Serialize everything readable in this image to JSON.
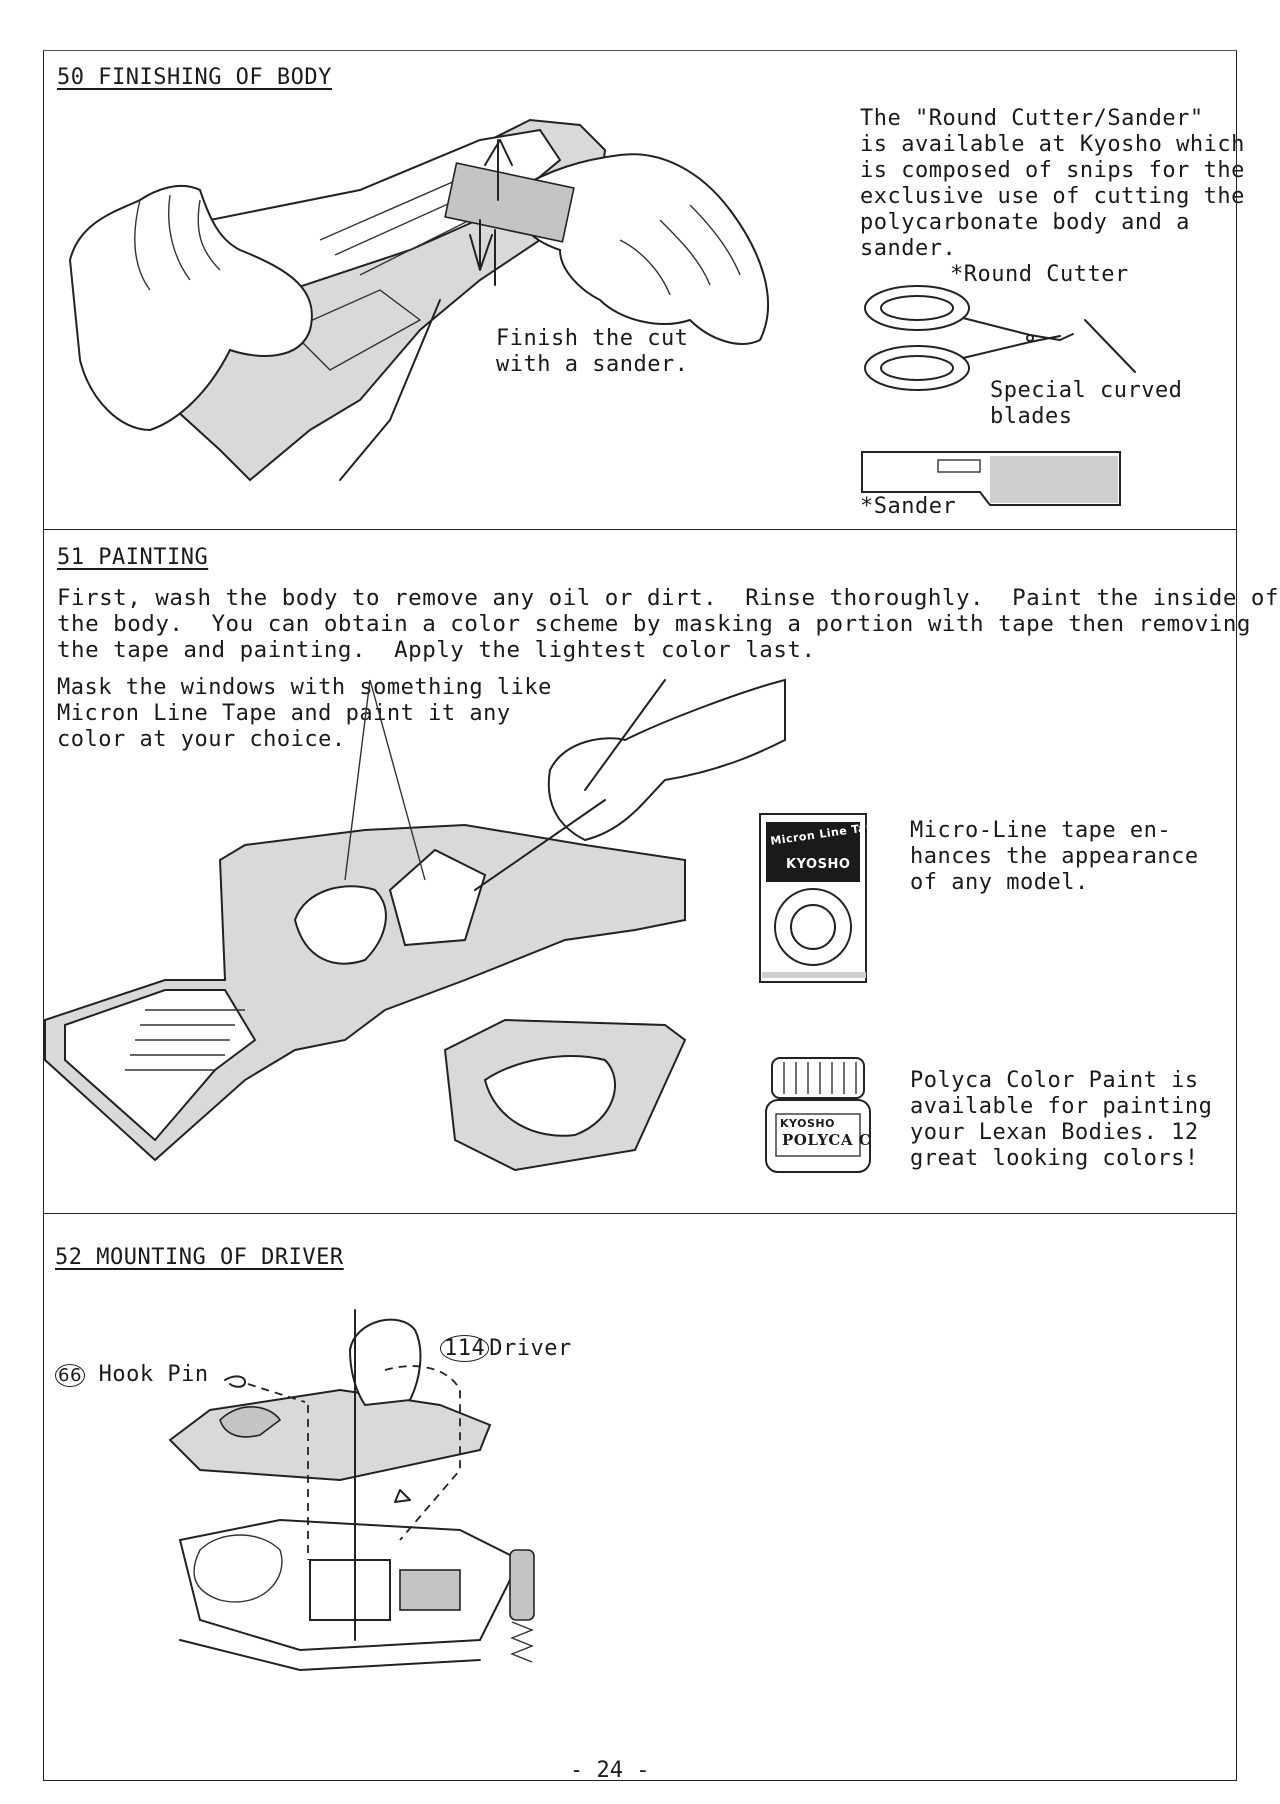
{
  "sections": [
    {
      "heading": "50 FINISHING OF BODY",
      "sander_callout": "Finish the cut\nwith a sander.",
      "info": "The \"Round Cutter/Sander\"\nis available at Kyosho which\nis composed of snips for the\nexclusive use of cutting the\npolycarbonate body and a\nsander.",
      "round_cutter_label": "*Round Cutter",
      "blades_label": "Special curved\nblades",
      "sander_label": "*Sander"
    },
    {
      "heading": "51 PAINTING",
      "intro": "First, wash the body to remove any oil or dirt.  Rinse thoroughly.  Paint the inside of\nthe body.  You can obtain a color scheme by masking a portion with tape then removing\nthe tape and painting.  Apply the lightest color last.",
      "mask_note": "Mask the windows with something like\nMicron Line Tape and paint it any\ncolor at your choice.",
      "tape_box_text": "Micron Line Tape",
      "tape_box_brand": "KYOSHO",
      "tape_note": "Micro-Line tape en-\nhances the appearance\nof any model.",
      "paint_jar_brand": "KYOSHO",
      "paint_jar_name": "POLYCA C",
      "paint_note": "Polyca Color Paint is\navailable for painting\nyour Lexan Bodies. 12\ngreat looking colors!"
    },
    {
      "heading": "52 MOUNTING OF DRIVER",
      "hook_pin_number": "66",
      "hook_pin_label": "Hook Pin",
      "driver_number": "114",
      "driver_label": "Driver"
    }
  ],
  "page_number": "-  24  -"
}
